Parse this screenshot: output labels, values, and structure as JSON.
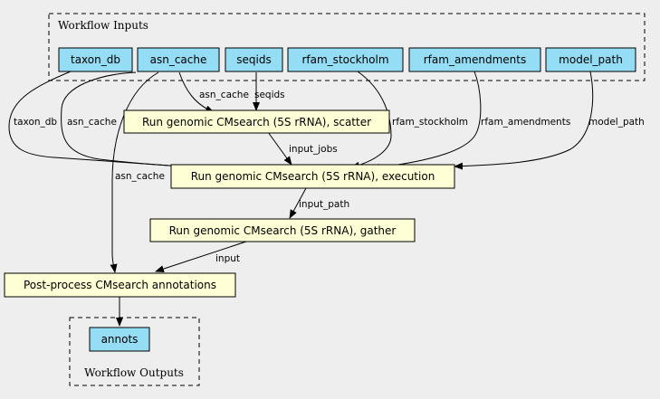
{
  "clusters": {
    "inputs_label": "Workflow Inputs",
    "outputs_label": "Workflow Outputs"
  },
  "inputs": [
    "taxon_db",
    "asn_cache",
    "seqids",
    "rfam_stockholm",
    "rfam_amendments",
    "model_path"
  ],
  "steps": {
    "scatter": "Run genomic CMsearch (5S rRNA), scatter",
    "execution": "Run genomic CMsearch (5S rRNA), execution",
    "gather": "Run genomic CMsearch (5S rRNA), gather",
    "postprocess": "Post-process CMsearch annotations"
  },
  "outputs": [
    "annots"
  ],
  "edge_labels": {
    "taxon_db": "taxon_db",
    "asn_cache_exec": "asn_cache",
    "asn_cache_scatter": "asn_cache",
    "seqids": "seqids",
    "asn_cache_post": "asn_cache",
    "rfam_stockholm": "rfam_stockholm",
    "rfam_amendments": "rfam_amendments",
    "model_path": "model_path",
    "input_jobs": "input_jobs",
    "input_path": "input_path",
    "input": "input"
  },
  "colors": {
    "background": "#eeeeee",
    "io_node": "#94ddf4",
    "step_node": "#ffffd5"
  }
}
